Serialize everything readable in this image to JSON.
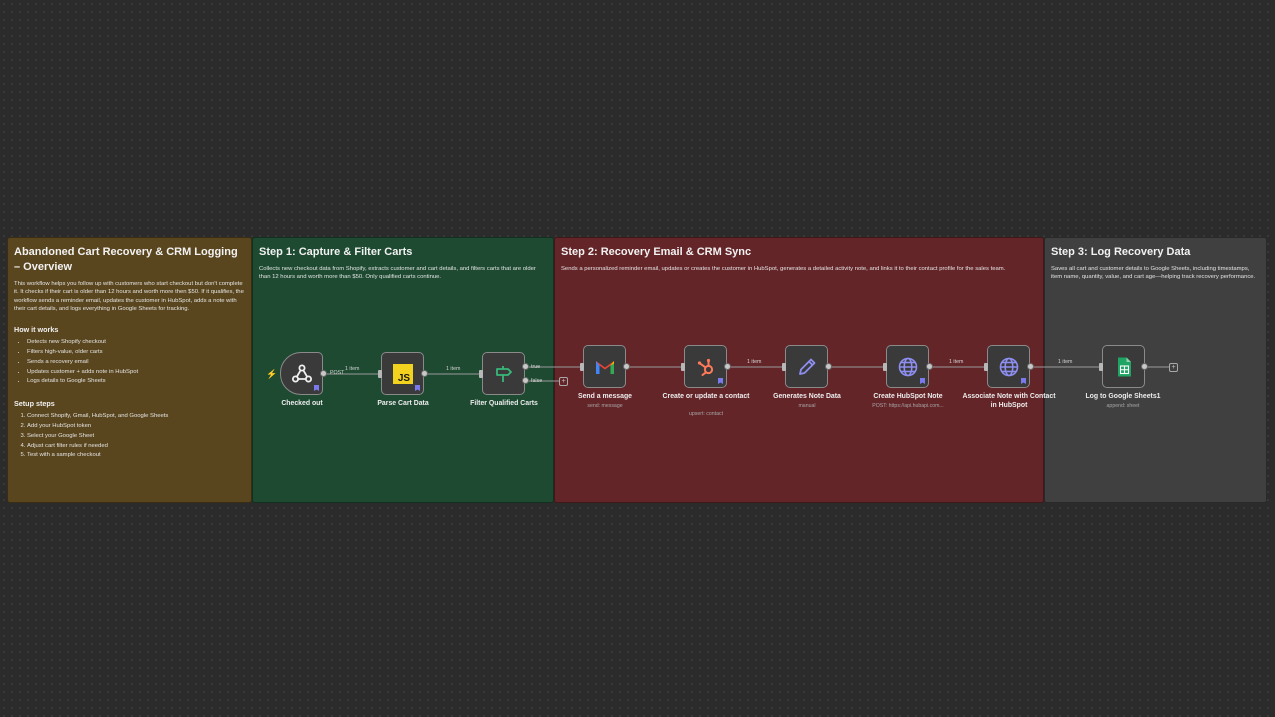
{
  "notes": {
    "overview": {
      "title": "Abandoned Cart Recovery & CRM Logging – Overview",
      "description": "This workflow helps you follow up with customers who start checkout but don't complete it. It checks if their cart is older than 12 hours and worth more then $50. If it qualifies, the workflow sends a reminder email, updates the customer in HubSpot, adds a note with their cart details, and logs everything in Google Sheets for tracking.",
      "how_title": "How it works",
      "how_items": [
        "Detects new Shopify checkout",
        "Filters high-value, older carts",
        "Sends a recovery email",
        "Updates customer + adds note in HubSpot",
        "Logs details to Google Sheets"
      ],
      "setup_title": "Setup steps",
      "setup_items": [
        "Connect Shopify, Gmail, HubSpot, and Google Sheets",
        "Add your HubSpot token",
        "Select your Google Sheet",
        "Adjust cart filter rules if needed",
        "Test with a sample checkout"
      ]
    },
    "step1": {
      "title": "Step 1: Capture & Filter Carts",
      "description": "Collects new checkout data from Shopify, extracts customer and cart details, and filters carts that are older than 12 hours and worth more than $50. Only qualified carts continue."
    },
    "step2": {
      "title": "Step 2: Recovery Email & CRM Sync",
      "description": "Sends a personalized reminder email, updates or creates the customer in HubSpot, generates a detailed activity note, and links it to their contact profile for the sales team."
    },
    "step3": {
      "title": "Step 3: Log Recovery Data",
      "description": "Saves all cart and customer details to Google Sheets, including timestamps, item name, quantity, value, and cart age—helping track recovery performance."
    }
  },
  "nodes": {
    "checked_out": {
      "label": "Checked out",
      "icon": "webhook-icon"
    },
    "parse_cart": {
      "label": "Parse Cart Data",
      "icon": "javascript-icon"
    },
    "filter_carts": {
      "label": "Filter Qualified Carts",
      "icon": "filter-icon"
    },
    "send_message": {
      "label": "Send a message",
      "sub": "send: message",
      "icon": "gmail-icon"
    },
    "hubspot_contact": {
      "label": "Create or update a contact",
      "sub": "upsert: contact",
      "icon": "hubspot-icon"
    },
    "note_data": {
      "label": "Generates Note Data",
      "sub": "manual",
      "icon": "pencil-icon"
    },
    "hubspot_note": {
      "label": "Create HubSpot Note",
      "sub": "POST: https://api.hubapi.com...",
      "icon": "globe-icon"
    },
    "associate_note": {
      "label": "Associate Note with Contact in HubSpot",
      "icon": "globe-icon"
    },
    "log_sheets": {
      "label": "Log to Google Sheets1",
      "sub": "append: sheet",
      "icon": "sheets-icon"
    }
  },
  "edges": {
    "post": "POST",
    "item1": "1 item",
    "item2": "1 item",
    "true_branch": "true",
    "false_branch": "false",
    "item3": "1 item",
    "item4": "1 item",
    "item5": "1 item"
  },
  "colors": {
    "overview_bg": "#5a461e",
    "step1_bg": "#1d4a31",
    "step2_bg": "#642529",
    "step3_bg": "#404040",
    "canvas_bg": "#2b2b2b"
  }
}
